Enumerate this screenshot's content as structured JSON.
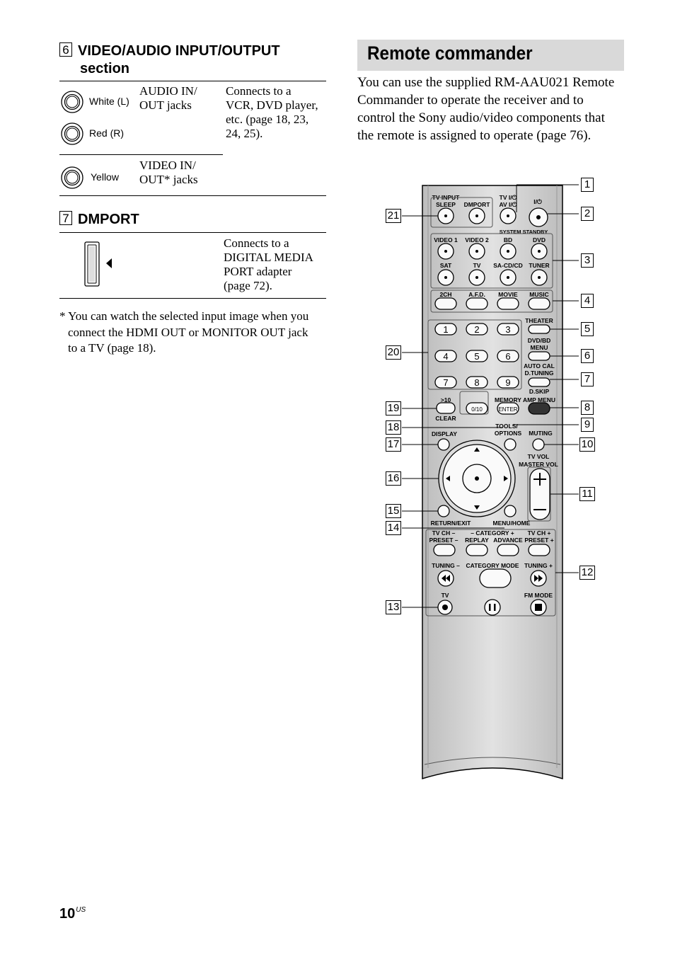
{
  "section6": {
    "num": "6",
    "title_line1": "VIDEO/AUDIO INPUT/OUTPUT",
    "title_line2": "section",
    "jacks": {
      "white": "White (L)",
      "red": "Red (R)",
      "yellow": "Yellow"
    },
    "audio_name_1": "AUDIO IN/",
    "audio_name_2": "OUT jacks",
    "audio_desc": [
      "Connects to a",
      "VCR, DVD player,",
      "etc. (page 18, 23,",
      "24, 25)."
    ],
    "video_name_1": "VIDEO IN/",
    "video_name_2": "OUT* jacks"
  },
  "section7": {
    "num": "7",
    "title": "DMPORT",
    "desc": [
      "Connects to a",
      "DIGITAL MEDIA",
      "PORT adapter",
      "(page 72)."
    ]
  },
  "footnote": [
    "* You can watch the selected input image when you",
    "connect the HDMI OUT or MONITOR OUT jack",
    "to a TV (page 18)."
  ],
  "remote": {
    "heading": "Remote commander",
    "intro": "You can use the supplied RM-AAU021 Remote Commander to operate the receiver and to control the Sony audio/video components that the remote is assigned to operate (page 76).",
    "labels": {
      "tv_input": "TV INPUT",
      "sleep": "SLEEP",
      "dmport": "DMPORT",
      "tv_power": "TV I/⏻",
      "av_power": "AV I/⏻",
      "power": "I/⏻",
      "system_standby": "SYSTEM STANDBY",
      "video1": "VIDEO 1",
      "video2": "VIDEO 2",
      "bd": "BD",
      "dvd": "DVD",
      "sat": "SAT",
      "tv": "TV",
      "sacd": "SA-CD/CD",
      "tuner": "TUNER",
      "2ch": "2CH",
      "afd": "A.F.D.",
      "movie": "MOVIE",
      "music": "MUSIC",
      "theater": "THEATER",
      "dvdbd_1": "DVD/BD",
      "dvdbd_2": "MENU",
      "autocal_1": "AUTO CAL",
      "autocal_2": "D.TUNING",
      "dskip": "D.SKIP",
      "memory": "MEMORY",
      "amp_menu": "AMP MENU",
      "gt10": ">10",
      "clear": "CLEAR",
      "zero": "0/10",
      "enter": "ENTER",
      "tools_1": "TOOLS/",
      "tools_2": "OPTIONS",
      "display": "DISPLAY",
      "muting": "MUTING",
      "tvvol": "TV VOL",
      "mastervol": "MASTER VOL",
      "return": "RETURN/EXIT",
      "menu_home": "MENU/HOME",
      "tvch_minus": "TV CH –",
      "preset_minus": "PRESET –",
      "category": "– CATEGORY +",
      "replay": "REPLAY",
      "advance": "ADVANCE",
      "tvch_plus": "TV CH +",
      "preset_plus": "PRESET +",
      "tuning_minus": "TUNING –",
      "category_mode": "CATEGORY MODE",
      "tuning_plus": "TUNING +",
      "tv_bottom": "TV",
      "fm_mode": "FM MODE"
    },
    "digits": [
      "1",
      "2",
      "3",
      "4",
      "5",
      "6",
      "7",
      "8",
      "9"
    ],
    "callouts_right": [
      "1",
      "2",
      "3",
      "4",
      "5",
      "6",
      "7",
      "8",
      "9",
      "10",
      "11",
      "12"
    ],
    "callouts_left": [
      "21",
      "20",
      "19",
      "18",
      "17",
      "16",
      "15",
      "14",
      "13"
    ]
  },
  "footer": {
    "page": "10",
    "sup": "US"
  }
}
